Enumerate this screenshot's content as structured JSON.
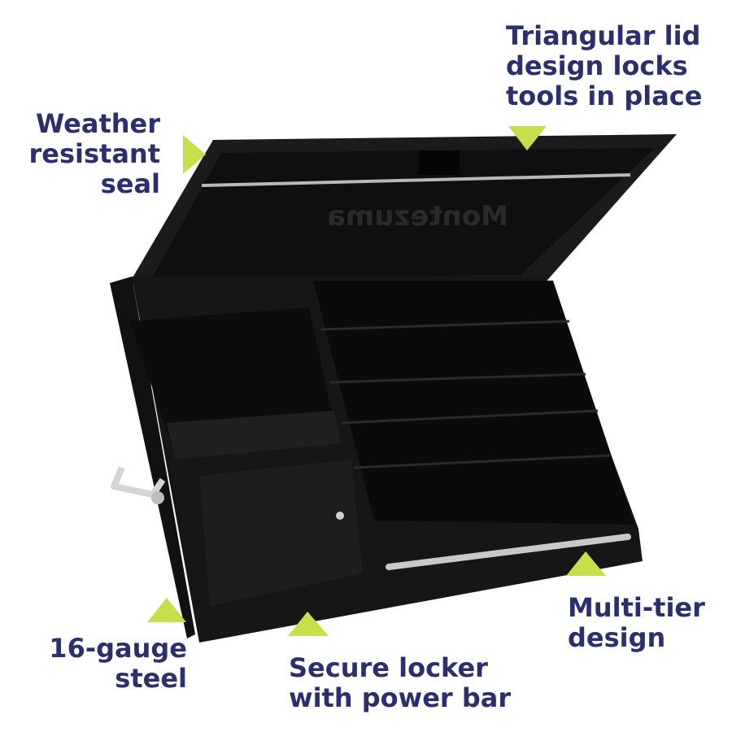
{
  "callouts": {
    "lid": [
      "Triangular lid",
      "design locks",
      "tools in place"
    ],
    "seal": [
      "Weather",
      "resistant",
      "seal"
    ],
    "tier": [
      "Multi-tier",
      "design"
    ],
    "steel": [
      "16-gauge",
      "steel"
    ],
    "locker": [
      "Secure locker",
      "with power bar"
    ]
  },
  "brand_embossed": "Montezuma",
  "colors": {
    "text": "#2b2f6e",
    "pointer": "#c5e04a",
    "box": "#141414"
  },
  "icons": [
    "triangle-pointer-icon",
    "handle-icon",
    "lock-icon"
  ]
}
